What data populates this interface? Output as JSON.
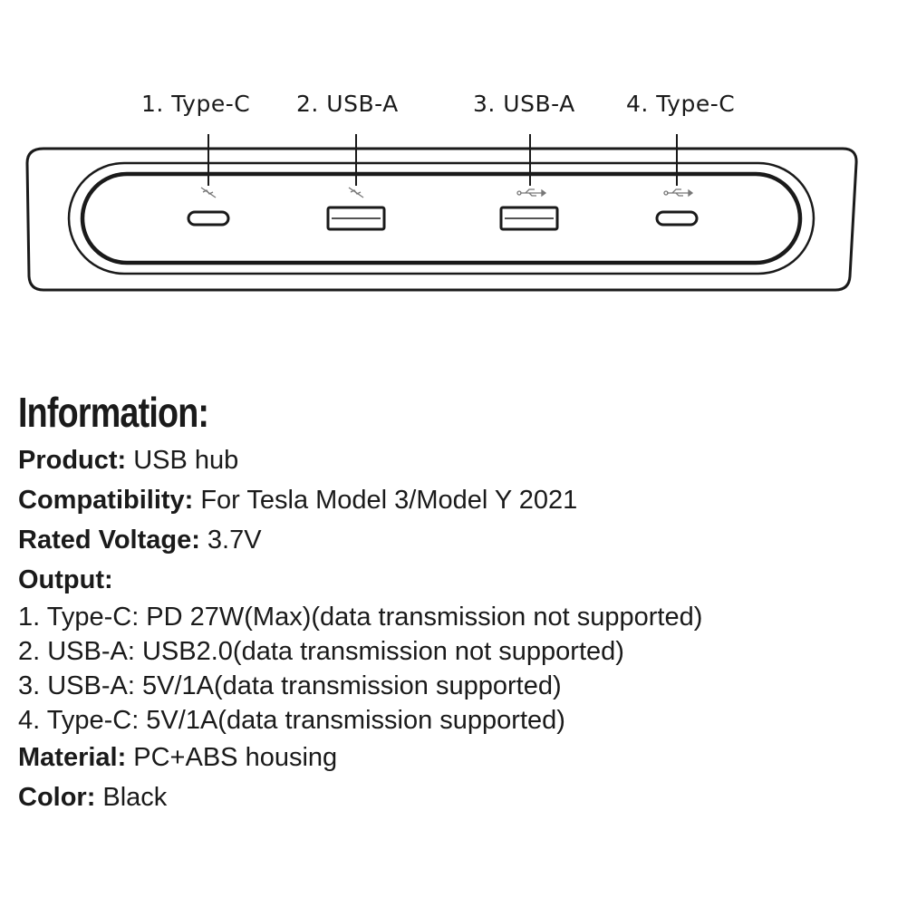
{
  "ports": [
    {
      "label": "1. Type-C",
      "kind": "type-c",
      "symbol": "no-data-icon"
    },
    {
      "label": "2. USB-A",
      "kind": "usb-a",
      "symbol": "no-data-icon"
    },
    {
      "label": "3. USB-A",
      "kind": "usb-a",
      "symbol": "usb-icon"
    },
    {
      "label": "4. Type-C",
      "kind": "type-c",
      "symbol": "usb-icon"
    }
  ],
  "info": {
    "heading": "Information:",
    "product": {
      "key": "Product:",
      "value": "USB hub"
    },
    "compatibility": {
      "key": "Compatibility:",
      "value": "For Tesla Model 3/Model Y 2021"
    },
    "voltage": {
      "key": "Rated Voltage:",
      "value": "3.7V"
    },
    "output": {
      "key": "Output:",
      "items": [
        "1. Type-C: PD 27W(Max)(data transmission not supported)",
        "2. USB-A: USB2.0(data transmission not supported)",
        "3. USB-A: 5V/1A(data transmission supported)",
        "4. Type-C: 5V/1A(data transmission supported)"
      ]
    },
    "material": {
      "key": "Material:",
      "value": "PC+ABS housing"
    },
    "color": {
      "key": "Color:",
      "value": "Black"
    }
  },
  "colors": {
    "line": "#1a1a1a",
    "background": "#ffffff"
  }
}
